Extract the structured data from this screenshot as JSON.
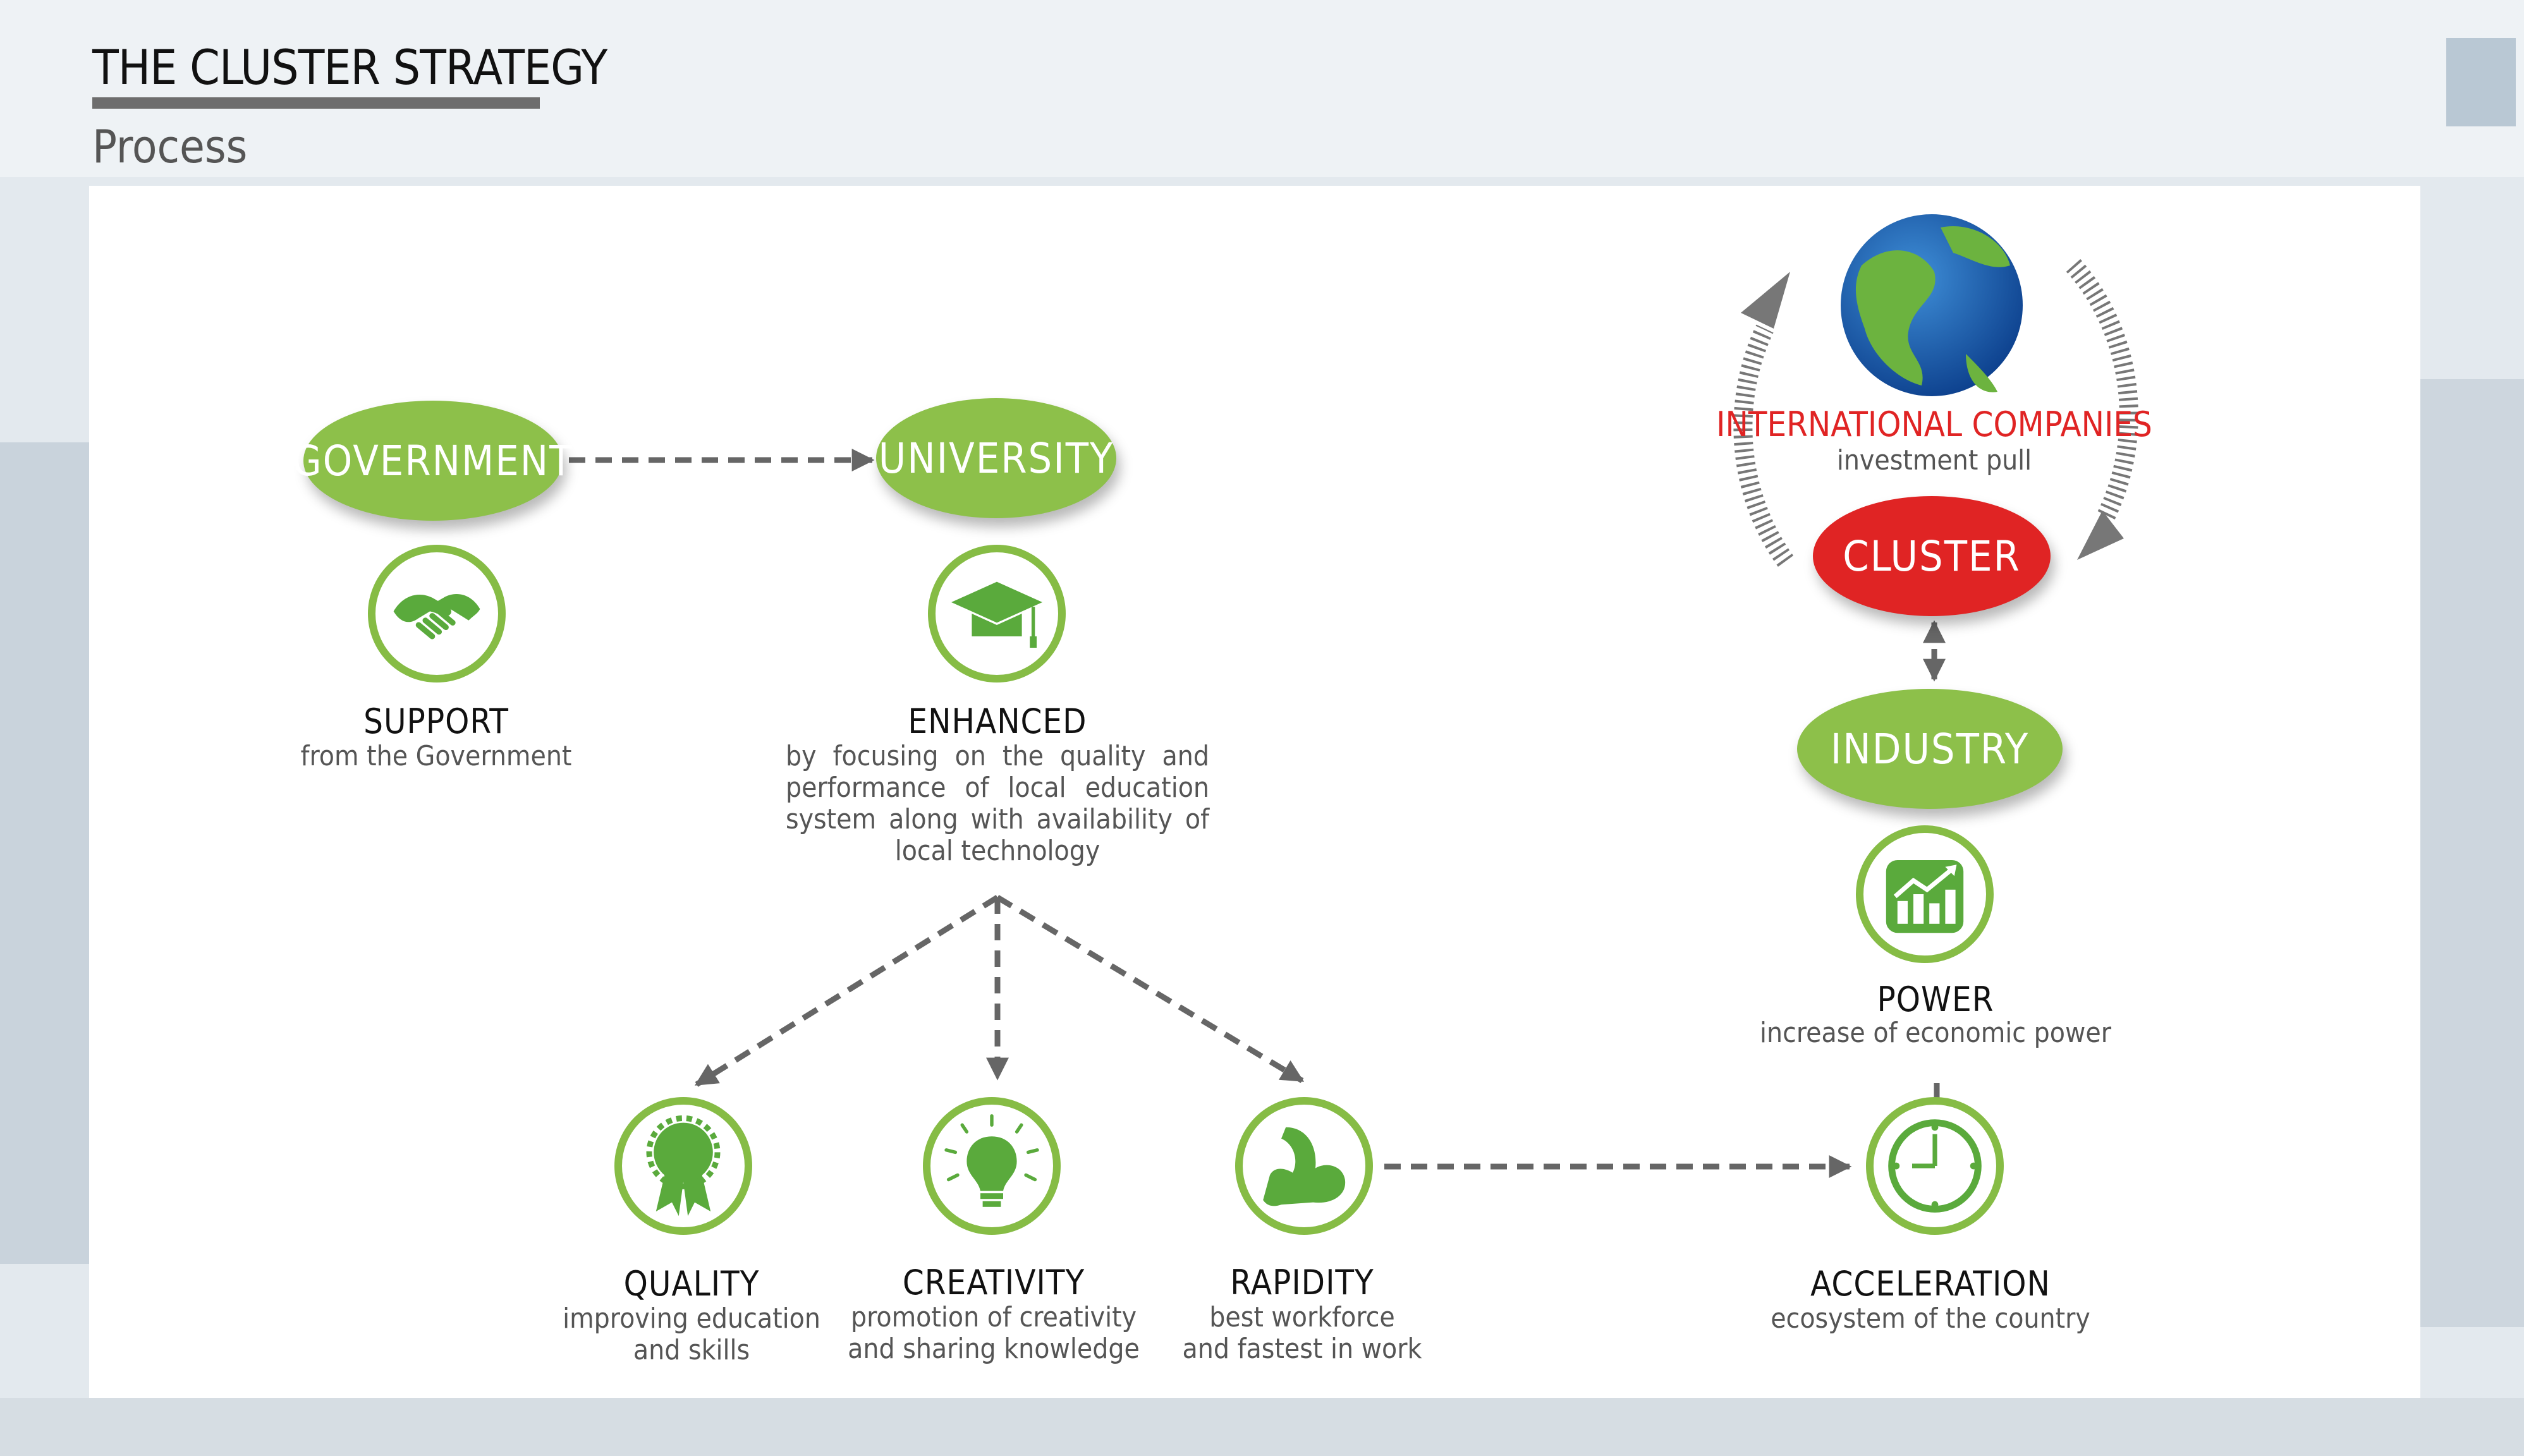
{
  "header": {
    "title": "THE CLUSTER STRATEGY",
    "subtitle": "Process"
  },
  "nodes": {
    "government": "GOVERNMENT",
    "university": "UNIVERSITY",
    "cluster": "CLUSTER",
    "industry": "INDUSTRY"
  },
  "international": {
    "title": "INTERNATIONAL COMPANIES",
    "desc": "investment pull"
  },
  "items": {
    "support": {
      "title": "SUPPORT",
      "desc": "from the Government",
      "icon": "handshake-icon"
    },
    "enhanced": {
      "title": "ENHANCED",
      "desc": "by focusing on the quality and performance of local education system along with availability of local technology",
      "icon": "graduation-cap-icon"
    },
    "quality": {
      "title": "QUALITY",
      "desc": "improving education\nand skills",
      "icon": "award-rosette-icon"
    },
    "creativity": {
      "title": "CREATIVITY",
      "desc": "promotion of creativity\nand sharing knowledge",
      "icon": "lightbulb-icon"
    },
    "rapidity": {
      "title": "RAPIDITY",
      "desc": "best workforce\nand fastest in work",
      "icon": "muscle-arm-icon"
    },
    "acceleration": {
      "title": "ACCELERATION",
      "desc": "ecosystem of the country",
      "icon": "clock-icon"
    },
    "power": {
      "title": "POWER",
      "desc": "increase of economic power",
      "icon": "growth-chart-icon"
    }
  },
  "colors": {
    "green": "#8dc04a",
    "red": "#e02424",
    "arrow": "#666666"
  }
}
